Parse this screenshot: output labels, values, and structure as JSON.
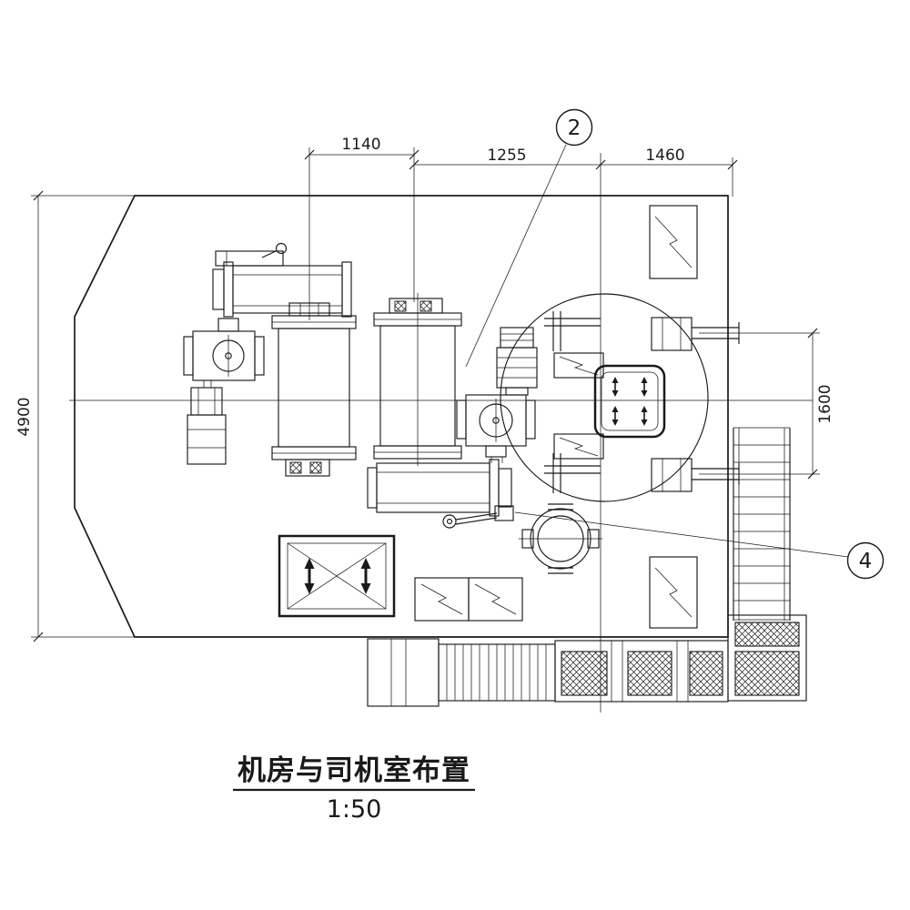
{
  "drawing": {
    "title": "机房与司机室布置",
    "scale": "1:50",
    "dimensions": {
      "top_left": "1140",
      "top_middle": "1255",
      "top_right": "1460",
      "left_height": "4900",
      "right_height": "1600"
    },
    "balloons": {
      "detail_2": "2",
      "detail_4": "4"
    },
    "colors": {
      "line": "#1a1a1a",
      "background": "#ffffff"
    }
  }
}
